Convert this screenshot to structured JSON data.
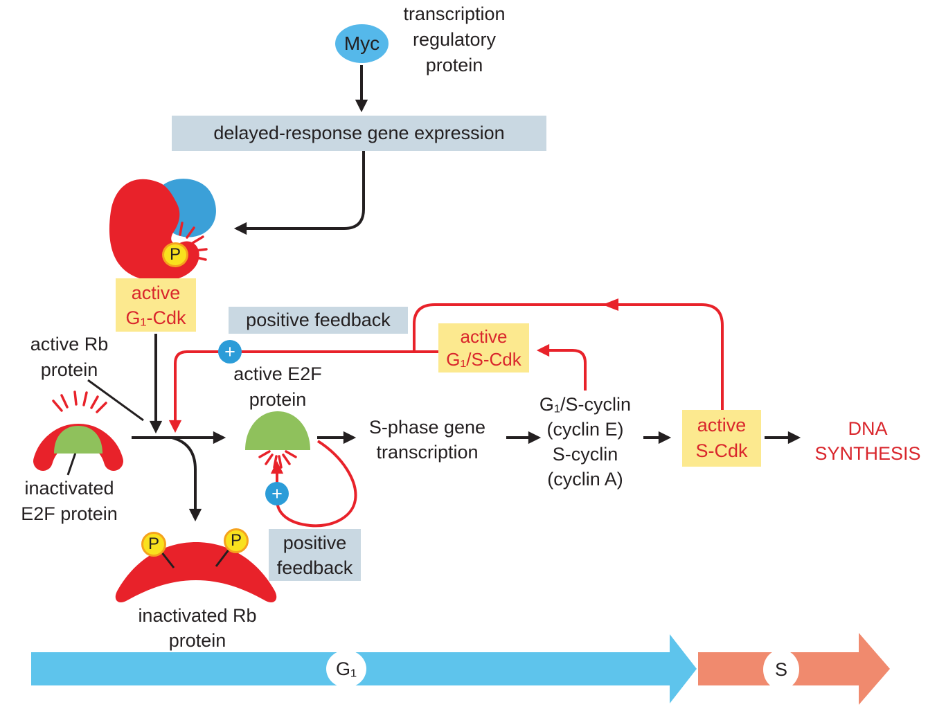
{
  "myc": {
    "label": "Myc",
    "description": [
      "transcription",
      "regulatory",
      "protein"
    ]
  },
  "boxes": {
    "delayed_response": {
      "label": "delayed-response gene expression"
    },
    "positive_feedback_top": {
      "label": "positive feedback"
    },
    "positive_feedback_bottom": {
      "lines": [
        "positive",
        "feedback"
      ]
    },
    "active_g1_cdk": {
      "lines": [
        "active",
        "G₁-Cdk"
      ]
    },
    "active_g1s_cdk": {
      "lines": [
        "active",
        "G₁/S-Cdk"
      ]
    },
    "active_s_cdk": {
      "lines": [
        "active",
        "S-Cdk"
      ]
    }
  },
  "proteins": {
    "active_rb": {
      "lines": [
        "active Rb",
        "protein"
      ]
    },
    "inactivated_e2f": {
      "lines": [
        "inactivated",
        "E2F protein"
      ]
    },
    "active_e2f": {
      "lines": [
        "active E2F",
        "protein"
      ]
    },
    "inactivated_rb": {
      "lines": [
        "inactivated Rb",
        "protein"
      ]
    },
    "phosphate_label": "P"
  },
  "process": {
    "s_phase_gene_transcription": {
      "lines": [
        "S-phase gene",
        "transcription"
      ]
    },
    "cyclins": {
      "lines": [
        "G₁/S-cyclin",
        "(cyclin E)",
        "S-cyclin",
        "(cyclin A)"
      ]
    },
    "dna_synthesis": {
      "lines": [
        "DNA",
        "SYNTHESIS"
      ]
    }
  },
  "timeline": {
    "g1_label": "G₁",
    "s_label": "S"
  },
  "icons": {
    "plus": "+"
  },
  "colors": {
    "red": "#e8222a",
    "red_text": "#d9262c",
    "black": "#231f20",
    "yellow_box": "#fce98f",
    "bluegray_box": "#c9d8e2",
    "myc_blue": "#55b8ea",
    "cdk_blue": "#3ba0d8",
    "plus_blue": "#2b9cd8",
    "green": "#8fc15c",
    "timeline_blue": "#5ec4ec",
    "timeline_salmon": "#f08a6e",
    "phosphate_yellow": "#f9e11e",
    "phosphate_ring": "#f5a21d"
  }
}
